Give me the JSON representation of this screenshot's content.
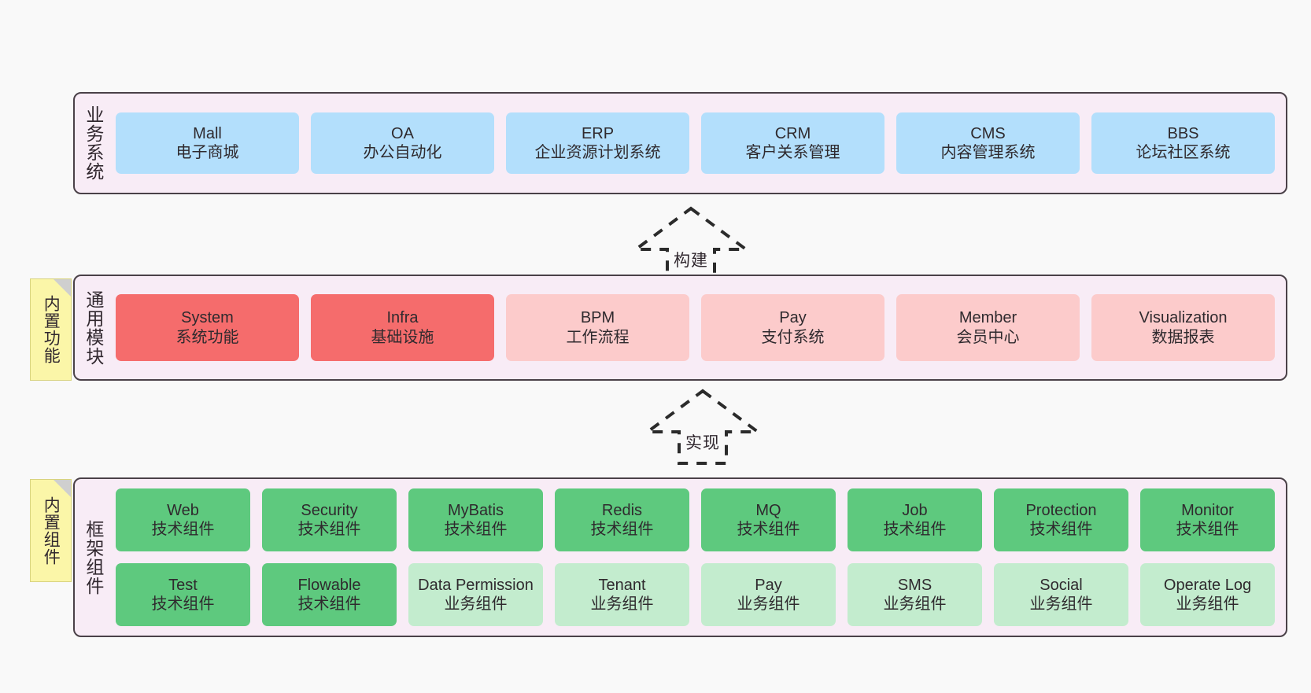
{
  "canvas": {
    "background": "#f9f9f9",
    "band_fill": "#f8ecf6",
    "band_border": "#4a4148",
    "note_fill": "#fbf6a8",
    "colors": {
      "blue": "#b3dffc",
      "red": "#f56c6c",
      "pink": "#fccbcb",
      "green": "#5ec97e",
      "green_light": "#c3ecce"
    }
  },
  "bands": {
    "business": {
      "title": "业务系统",
      "nodes": [
        {
          "en": "Mall",
          "cn": "电子商城",
          "color": "blue"
        },
        {
          "en": "OA",
          "cn": "办公自动化",
          "color": "blue"
        },
        {
          "en": "ERP",
          "cn": "企业资源计划系统",
          "color": "blue"
        },
        {
          "en": "CRM",
          "cn": "客户关系管理",
          "color": "blue"
        },
        {
          "en": "CMS",
          "cn": "内容管理系统",
          "color": "blue"
        },
        {
          "en": "BBS",
          "cn": "论坛社区系统",
          "color": "blue"
        }
      ]
    },
    "common": {
      "title": "通用模块",
      "note": "内置功能",
      "nodes": [
        {
          "en": "System",
          "cn": "系统功能",
          "color": "red"
        },
        {
          "en": "Infra",
          "cn": "基础设施",
          "color": "red"
        },
        {
          "en": "BPM",
          "cn": "工作流程",
          "color": "pink"
        },
        {
          "en": "Pay",
          "cn": "支付系统",
          "color": "pink"
        },
        {
          "en": "Member",
          "cn": "会员中心",
          "color": "pink"
        },
        {
          "en": "Visualization",
          "cn": "数据报表",
          "color": "pink"
        }
      ]
    },
    "frame": {
      "title": "框架组件",
      "note": "内置组件",
      "row1": [
        {
          "en": "Web",
          "cn": "技术组件",
          "color": "green"
        },
        {
          "en": "Security",
          "cn": "技术组件",
          "color": "green"
        },
        {
          "en": "MyBatis",
          "cn": "技术组件",
          "color": "green"
        },
        {
          "en": "Redis",
          "cn": "技术组件",
          "color": "green"
        },
        {
          "en": "MQ",
          "cn": "技术组件",
          "color": "green"
        },
        {
          "en": "Job",
          "cn": "技术组件",
          "color": "green"
        },
        {
          "en": "Protection",
          "cn": "技术组件",
          "color": "green"
        },
        {
          "en": "Monitor",
          "cn": "技术组件",
          "color": "green"
        }
      ],
      "row2": [
        {
          "en": "Test",
          "cn": "技术组件",
          "color": "green"
        },
        {
          "en": "Flowable",
          "cn": "技术组件",
          "color": "green"
        },
        {
          "en": "Data Permission",
          "cn": "业务组件",
          "color": "green_light"
        },
        {
          "en": "Tenant",
          "cn": "业务组件",
          "color": "green_light"
        },
        {
          "en": "Pay",
          "cn": "业务组件",
          "color": "green_light"
        },
        {
          "en": "SMS",
          "cn": "业务组件",
          "color": "green_light"
        },
        {
          "en": "Social",
          "cn": "业务组件",
          "color": "green_light"
        },
        {
          "en": "Operate Log",
          "cn": "业务组件",
          "color": "green_light"
        }
      ]
    }
  },
  "connectors": [
    {
      "label": "构建"
    },
    {
      "label": "实现"
    }
  ]
}
